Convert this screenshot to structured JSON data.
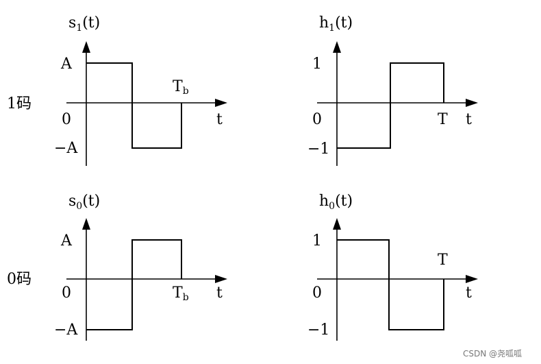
{
  "rows": {
    "one": "1码",
    "zero": "0码"
  },
  "panels": {
    "s1": {
      "title_main": "s",
      "title_sub": "1",
      "title_arg": "(t)",
      "ytop": "A",
      "ybot": "−A",
      "origin": "0",
      "tick_main": "T",
      "tick_sub": "b",
      "xaxis": "t"
    },
    "h1": {
      "title_main": "h",
      "title_sub": "1",
      "title_arg": "(t)",
      "ytop": "1",
      "ybot": "−1",
      "origin": "0",
      "tick": "T",
      "xaxis": "t"
    },
    "s0": {
      "title_main": "s",
      "title_sub": "0",
      "title_arg": "(t)",
      "ytop": "A",
      "ybot": "−A",
      "origin": "0",
      "tick_main": "T",
      "tick_sub": "b",
      "xaxis": "t"
    },
    "h0": {
      "title_main": "h",
      "title_sub": "0",
      "title_arg": "(t)",
      "ytop": "1",
      "ybot": "−1",
      "origin": "0",
      "tick": "T",
      "xaxis": "t"
    }
  },
  "watermark": "CSDN @尧呱呱"
}
